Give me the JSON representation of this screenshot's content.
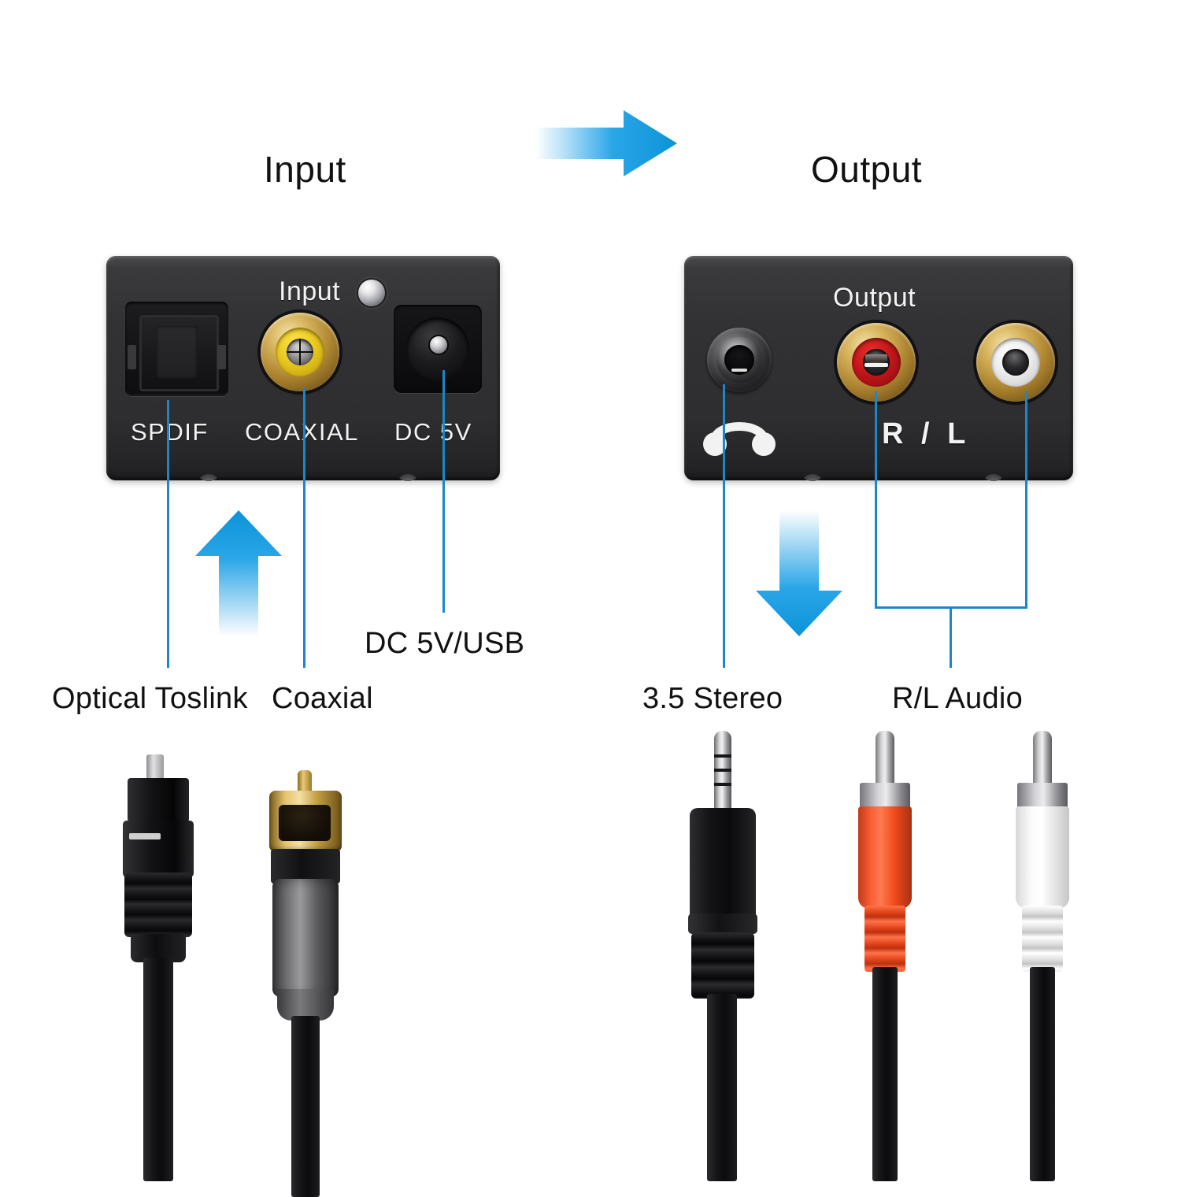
{
  "headings": {
    "input": "Input",
    "output": "Output"
  },
  "flow_arrow": {
    "name": "signal-flow-arrow",
    "direction": "right",
    "color": "#1aa3e8"
  },
  "input_panel": {
    "name": "input-panel",
    "title": "Input",
    "ports": [
      {
        "id": "spdif",
        "label": "SPDIF",
        "type": "optical-toslink",
        "color": "#141416"
      },
      {
        "id": "coaxial",
        "label": "COAXIAL",
        "type": "rca-jack",
        "color": "#e9c81f"
      },
      {
        "id": "dc5v",
        "label": "DC 5V",
        "type": "dc-barrel-jack",
        "color": "#101012"
      }
    ],
    "led": {
      "name": "power-led",
      "color": "#e7e7ea"
    }
  },
  "output_panel": {
    "name": "output-panel",
    "title": "Output",
    "rl_label": "R / L",
    "ports": [
      {
        "id": "headphone",
        "label": "",
        "type": "3.5mm-jack",
        "color": "#2a2a2c"
      },
      {
        "id": "rca_right",
        "label": "R",
        "type": "rca-jack",
        "color": "#c3161a"
      },
      {
        "id": "rca_left",
        "label": "L",
        "type": "rca-jack",
        "color": "#ececec"
      }
    ]
  },
  "callouts": [
    {
      "id": "optical",
      "text": "Optical Toslink",
      "points_to": "spdif"
    },
    {
      "id": "coaxial",
      "text": "Coaxial",
      "points_to": "coaxial"
    },
    {
      "id": "power",
      "text": "DC 5V/USB",
      "points_to": "dc5v"
    },
    {
      "id": "stereo",
      "text": "3.5 Stereo",
      "points_to": "headphone"
    },
    {
      "id": "rlaudio",
      "text": "R/L Audio",
      "points_to": "rca_right,rca_left"
    }
  ],
  "direction_arrows": [
    {
      "id": "input-up-arrow",
      "direction": "up",
      "color": "#1aa3e8"
    },
    {
      "id": "output-down-arrow",
      "direction": "down",
      "color": "#1aa3e8"
    }
  ],
  "cables": [
    {
      "id": "toslink-cable",
      "connector": "toslink-plug",
      "body_color": "#141416",
      "tip_color": "#d6d6d6"
    },
    {
      "id": "coaxial-cable",
      "connector": "rca-plug",
      "body_color": "#3a3a3c",
      "tip_color": "#c9a24a"
    },
    {
      "id": "stereo-cable",
      "connector": "3.5mm-plug",
      "body_color": "#151517",
      "tip_color": "#c8c8ca"
    },
    {
      "id": "rca-red-cable",
      "connector": "rca-plug-red",
      "body_color": "#f2502a",
      "tip_color": "#c9c9cb"
    },
    {
      "id": "rca-white-cable",
      "connector": "rca-plug-white",
      "body_color": "#fbfbfb",
      "tip_color": "#c9c9cb"
    }
  ],
  "colors": {
    "leader_line": "#1b87c9",
    "arrow_blue": "#1aa3e8",
    "panel_black": "#2e2e30",
    "text": "#111111"
  }
}
